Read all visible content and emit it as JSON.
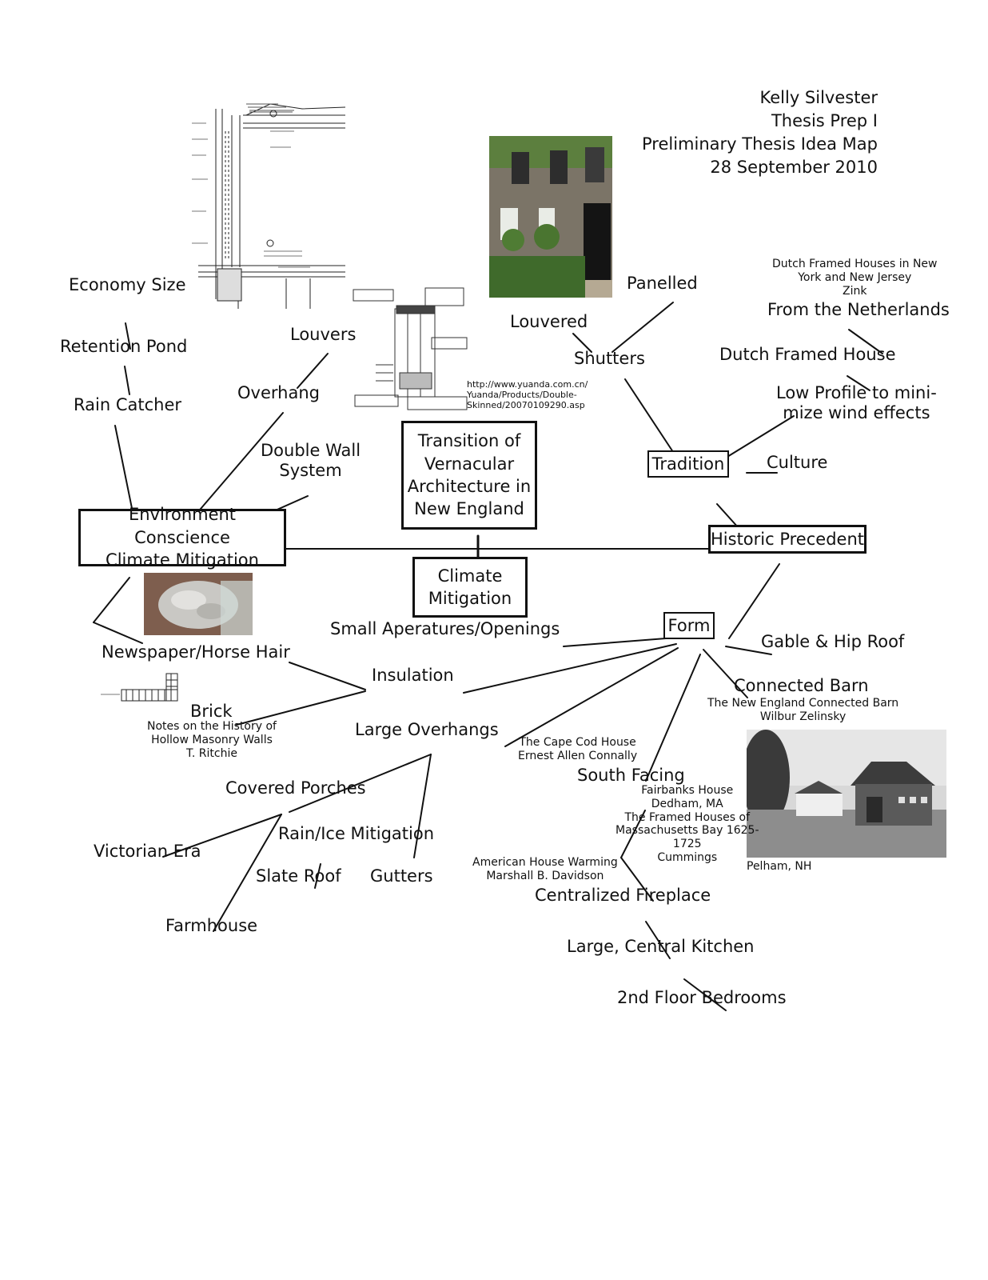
{
  "author": {
    "name": "Kelly Silvester",
    "course": "Thesis Prep I",
    "title": "Preliminary Thesis Idea Map",
    "date": "28 September 2010"
  },
  "boxes": {
    "center": "Transition of\nVernacular\nArchitecture in\nNew England",
    "environment": "Environment Conscience\nClimate Mitigation",
    "climate": "Climate\nMitigation",
    "historic": "Historic Precedent",
    "tradition": "Tradition",
    "form": "Form"
  },
  "nodes": {
    "economy_size": "Economy Size",
    "retention_pond": "Retention Pond",
    "rain_catcher": "Rain Catcher",
    "louvers": "Louvers",
    "overhang": "Overhang",
    "double_wall": "Double Wall\nSystem",
    "newspaper": "Newspaper/Horse Hair",
    "brick": "Brick",
    "insulation": "Insulation",
    "small_openings": "Small Aperatures/Openings",
    "large_overhangs": "Large Overhangs",
    "covered_porches": "Covered Porches",
    "victorian": "Victorian Era",
    "farmhouse": "Farmhouse",
    "rain_ice": "Rain/Ice Mitigation",
    "slate_roof": "Slate Roof",
    "gutters": "Gutters",
    "louvered": "Louvered",
    "panelled": "Panelled",
    "shutters": "Shutters",
    "from_netherlands": "From the Netherlands",
    "dutch_framed": "Dutch Framed House",
    "low_profile": "Low Profile to mini-\nmize wind effects",
    "culture": "Culture",
    "gable_hip": "Gable & Hip Roof",
    "connected_barn": "Connected Barn",
    "south_facing": "South Facing",
    "centralized_fireplace": "Centralized Fireplace",
    "large_kitchen": "Large, Central Kitchen",
    "bedrooms": "2nd Floor Bedrooms"
  },
  "refs": {
    "dutch_ref": "Dutch Framed Houses in New\nYork and New Jersey\nZink",
    "url": "http://www.yuanda.com.cn/\nYuanda/Products/Double-\nSkinned/20070109290.asp",
    "brick_ref": "Notes on the History of\nHollow Masonry Walls\nT. Ritchie",
    "barn_ref": "The New England Connected Barn\nWilbur Zelinsky",
    "cape_cod_ref": "The Cape Cod House\nErnest Allen Connally",
    "fairbanks_ref": "Fairbanks House\nDedham, MA\nThe Framed Houses of\nMassachusetts Bay 1625-\n1725\nCummings",
    "american_ref": "American House Warming\nMarshall B. Davidson",
    "pelham": "Pelham, NH"
  }
}
